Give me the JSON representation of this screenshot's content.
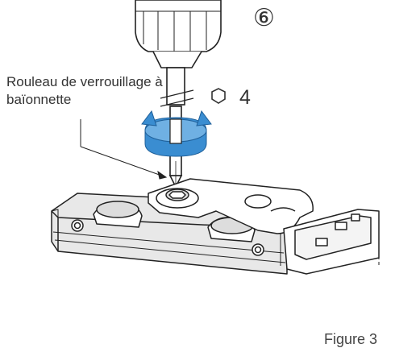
{
  "step_number": "⑥",
  "callout": {
    "line1": "Rouleau de verrouillage à",
    "line2": "baïonnette"
  },
  "tool": {
    "key_size": "4",
    "key_icon": "hexagon-icon"
  },
  "caption": "Figure 3",
  "colors": {
    "rotation_arrow": "#3a8dd1",
    "line_art": "#222222",
    "fill_light": "#ffffff",
    "fill_shade": "#e8e8e8"
  }
}
